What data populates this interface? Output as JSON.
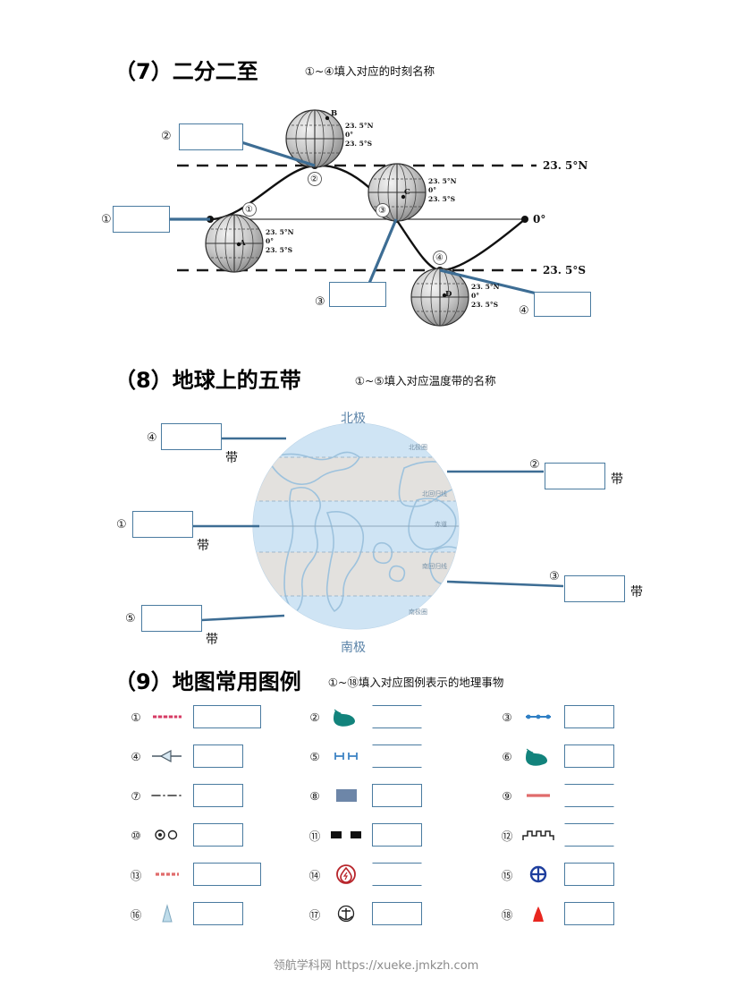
{
  "sections": [
    {
      "id": "s7",
      "title": "（7）二分二至",
      "note": "①~④填入对应的时刻名称",
      "blanks": [
        "①",
        "②",
        "③",
        "④"
      ],
      "axis_labels": [
        "23. 5°N",
        "0°",
        "23. 5°S"
      ],
      "point_numbers": [
        "①",
        "②",
        "③",
        "④"
      ],
      "globes": [
        {
          "letter": "A",
          "lines": [
            "23. 5°N",
            "0°",
            "23. 5°S"
          ]
        },
        {
          "letter": "B",
          "lines": [
            "23. 5°N",
            "0°",
            "23. 5°S"
          ]
        },
        {
          "letter": "C",
          "lines": [
            "23. 5°N",
            "0°",
            "23. 5°S"
          ]
        },
        {
          "letter": "D",
          "lines": [
            "23. 5°N",
            "0°",
            "23. 5°S"
          ]
        }
      ]
    },
    {
      "id": "s8",
      "title": "（8）地球上的五带",
      "note": "①~⑤填入对应温度带的名称",
      "blanks": [
        "①",
        "②",
        "③",
        "④",
        "⑤"
      ],
      "unit_label": "带",
      "pole_north": "北极",
      "pole_south": "南极",
      "zone_lines": [
        "北极圈",
        "北回归线",
        "赤道",
        "南回归线",
        "南极圈"
      ]
    },
    {
      "id": "s9",
      "title": "（9）地图常用图例",
      "note": "①~⑱填入对应图例表示的地理事物",
      "items": [
        {
          "num": "①",
          "icon": "railway-hatched-red-line-icon"
        },
        {
          "num": "②",
          "icon": "lake-teal-shape-icon"
        },
        {
          "num": "③",
          "icon": "blue-line-with-dots-icon"
        },
        {
          "num": "④",
          "icon": "river-arrow-triangle-icon"
        },
        {
          "num": "⑤",
          "icon": "double-bracket-blue-icon"
        },
        {
          "num": "⑥",
          "icon": "lake-teal-shape-icon"
        },
        {
          "num": "⑦",
          "icon": "dash-dot-boundary-line-icon"
        },
        {
          "num": "⑧",
          "icon": "blue-gray-rectangle-icon"
        },
        {
          "num": "⑨",
          "icon": "red-solid-line-icon"
        },
        {
          "num": "⑩",
          "icon": "two-circles-city-icon"
        },
        {
          "num": "⑪",
          "icon": "black-white-railway-bar-icon"
        },
        {
          "num": "⑫",
          "icon": "great-wall-crenellation-icon"
        },
        {
          "num": "⑬",
          "icon": "red-dashed-line-icon"
        },
        {
          "num": "⑭",
          "icon": "oil-drop-in-circle-icon"
        },
        {
          "num": "⑮",
          "icon": "airport-circled-cross-icon"
        },
        {
          "num": "⑯",
          "icon": "light-blue-triangle-icon"
        },
        {
          "num": "⑰",
          "icon": "anchor-in-circle-icon"
        },
        {
          "num": "⑱",
          "icon": "red-mountain-triangle-icon"
        }
      ]
    }
  ],
  "footer": {
    "text": "领航学科网 https://xueke.jmkzh.com"
  },
  "colors": {
    "box_border": "#4a7ba0",
    "leader": "#3d6d94",
    "globe_fill": "#dce9f4",
    "teal": "#12837c",
    "red": "#d6444a"
  }
}
